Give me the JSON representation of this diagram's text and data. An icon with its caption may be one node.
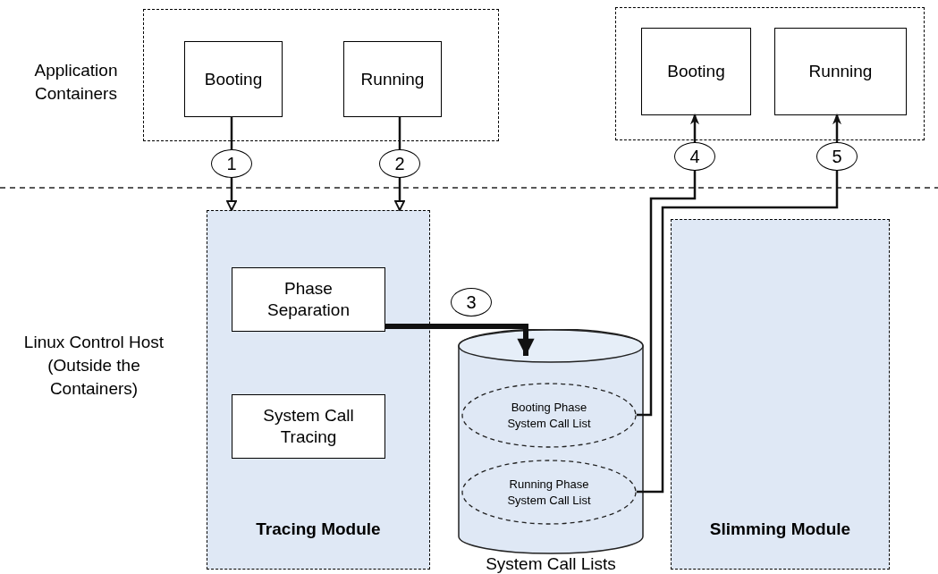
{
  "diagram": {
    "nodes": [
      {
        "text": [],
        "shape": "box"
      },
      {
        "text": [
          "Booting"
        ],
        "in": 0
      },
      {
        "text": [
          "Running"
        ],
        "in": 0
      },
      {
        "text": [],
        "shape": "box"
      },
      {
        "text": [
          "Booting"
        ],
        "in": 3
      },
      {
        "text": [
          "Running"
        ],
        "in": 3
      },
      {
        "text": [
          "Tracing Module"
        ]
      },
      {
        "text": [
          "Phase Separation"
        ],
        "in": 6
      },
      {
        "text": [
          "System Call Tracing"
        ],
        "in": 6
      },
      {
        "text": [
          "System Call Lists"
        ]
      },
      {
        "text": [
          "Booting Phase System Call List"
        ],
        "in": 9
      },
      {
        "text": [
          "Running Phase System Call List"
        ],
        "in": 9
      },
      {
        "text": [
          "Slimming Module"
        ]
      }
    ],
    "edges": [
      {
        "from": 1,
        "to": 6,
        "arrow": "to",
        "label": "1"
      },
      {
        "from": 2,
        "to": 6,
        "arrow": "to",
        "label": "2"
      },
      {
        "from": 7,
        "to": 9,
        "arrow": "to",
        "label": "3",
        "style": "thick"
      },
      {
        "from": 10,
        "to": 4,
        "arrow": "to",
        "label": "4"
      },
      {
        "from": 11,
        "to": 5,
        "arrow": "to",
        "label": "5"
      }
    ],
    "labels": [
      "Application Containers",
      "Linux Control Host (Outside the Containers)"
    ]
  }
}
